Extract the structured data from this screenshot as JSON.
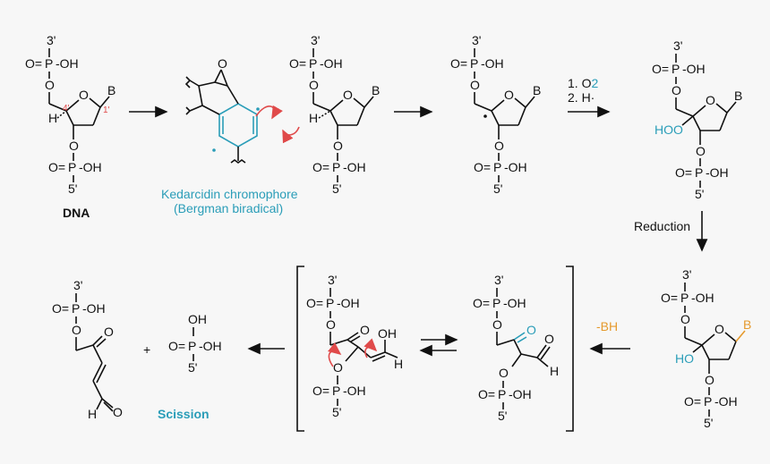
{
  "atoms": {
    "three_prime": "3'",
    "five_prime": "5'",
    "o_eq": "O=",
    "p": "P",
    "oh_right": "-OH",
    "o": "O",
    "b": "B",
    "h": "H",
    "h_dot": "H",
    "hoo": "HOO",
    "ho": "HO",
    "oh": "OH",
    "four_prime": "4'",
    "one_prime": "1'",
    "plus": "+"
  },
  "labels": {
    "dna": "DNA",
    "chromophore_line1": "Kedarcidin chromophore",
    "chromophore_line2": "(Bergman biradical)",
    "step1": "1. O",
    "step1_sub": "2",
    "step2": "2. H·",
    "reduction": "Reduction",
    "minus_bh": "-BH",
    "scission": "Scission"
  },
  "colors": {
    "accent": "#2a9db8",
    "orange": "#e59a2e",
    "red": "#e04a4a"
  }
}
